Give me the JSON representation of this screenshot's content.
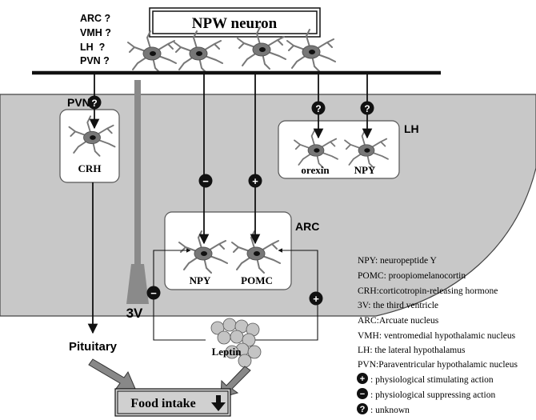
{
  "diagram": {
    "title": "NPW neuron",
    "projection_targets": [
      "ARC ?",
      "VMH ?",
      "LH  ?",
      "PVN ?"
    ],
    "regions": {
      "pvn": "PVN",
      "lh": "LH",
      "arc": "ARC",
      "third_ventricle": "3V"
    },
    "cells": {
      "crh": "CRH",
      "orexin": "orexin",
      "npy_lh": "NPY",
      "npy_arc": "NPY",
      "pomc": "POMC"
    },
    "outputs": {
      "pituitary": "Pituitary",
      "leptin": "Leptin",
      "food_intake": "Food intake"
    },
    "symbols": {
      "plus": "+",
      "minus": "−",
      "unknown": "?"
    },
    "legend": {
      "definitions": [
        "NPY: neuropeptide Y",
        "POMC: proopiomelanocortin",
        "CRH:corticotropin-releasing hormone",
        "3V: the third ventricle",
        "ARC:Arcuate nucleus",
        "VMH: ventromedial hypothalamic nucleus",
        "LH: the lateral hypothalamus",
        "PVN:Paraventricular hypothalamic nucleus"
      ],
      "symbols": [
        {
          "symbol": "+",
          "text": ": physiological stimulating action"
        },
        {
          "symbol": "−",
          "text": ": physiological suppressing action"
        },
        {
          "symbol": "?",
          "text": ": unknown"
        }
      ]
    },
    "colors": {
      "tissue": "#c8c8c8",
      "ventricle": "#8a8a8a",
      "arrow": "#111111",
      "neuron": "#777777",
      "leptin": "#c4c4c4"
    }
  }
}
